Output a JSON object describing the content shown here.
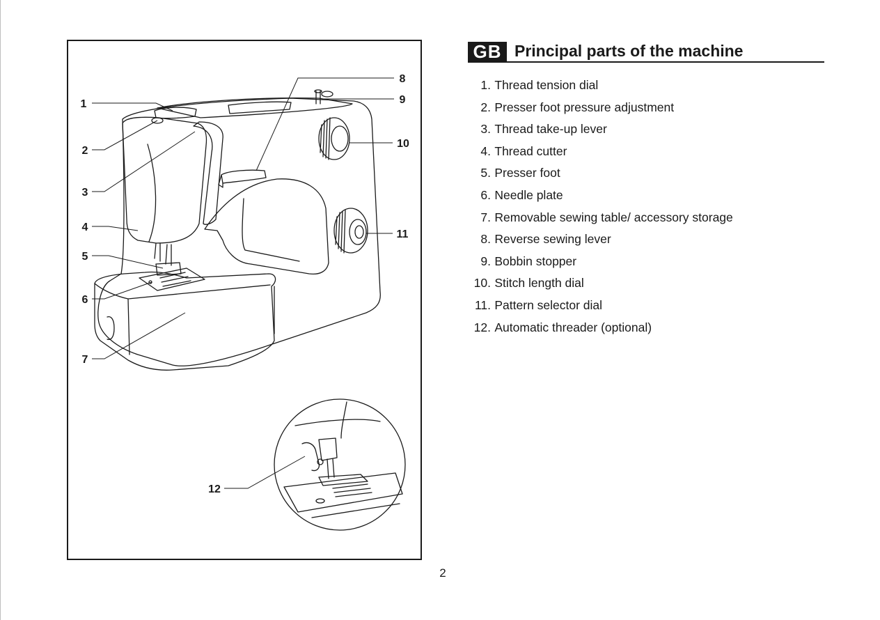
{
  "heading": {
    "badge": "GB",
    "title": "Principal parts of the machine"
  },
  "parts": [
    {
      "num": "1.",
      "label": "Thread tension dial"
    },
    {
      "num": "2.",
      "label": "Presser foot pressure adjustment"
    },
    {
      "num": "3.",
      "label": "Thread take-up lever"
    },
    {
      "num": "4.",
      "label": "Thread cutter"
    },
    {
      "num": "5.",
      "label": "Presser foot"
    },
    {
      "num": "6.",
      "label": "Needle plate"
    },
    {
      "num": "7.",
      "label": "Removable sewing table/ accessory storage"
    },
    {
      "num": "8.",
      "label": "Reverse sewing lever"
    },
    {
      "num": "9.",
      "label": "Bobbin stopper"
    },
    {
      "num": "10.",
      "label": "Stitch length dial"
    },
    {
      "num": "11.",
      "label": "Pattern selector dial"
    },
    {
      "num": "12.",
      "label": "Automatic threader (optional)"
    }
  ],
  "callouts": [
    "1",
    "2",
    "3",
    "4",
    "5",
    "6",
    "7",
    "8",
    "9",
    "10",
    "11",
    "12"
  ],
  "page_number": "2"
}
